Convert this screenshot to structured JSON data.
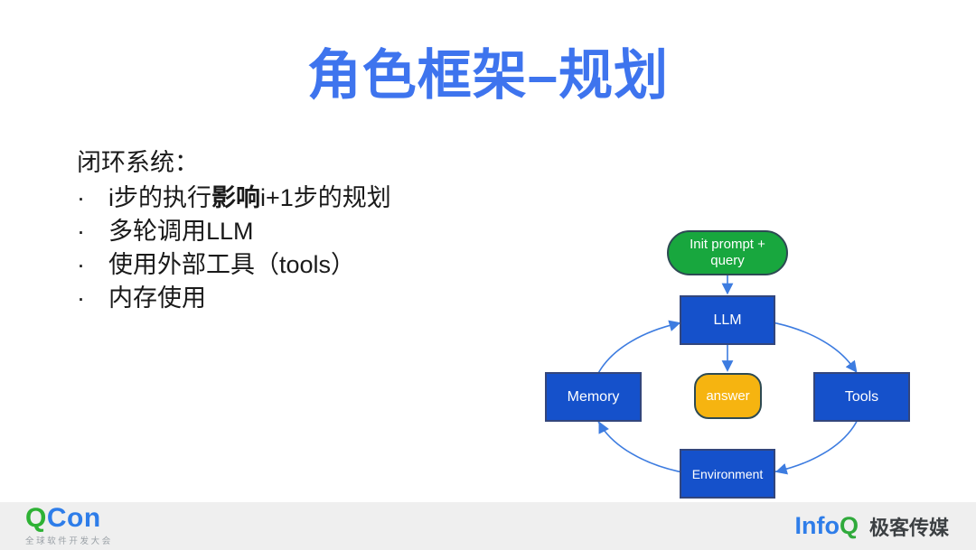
{
  "slide": {
    "title": "角色框架–规划",
    "body": {
      "heading": "闭环系统：",
      "bullet_glyph": "·",
      "bullets": [
        {
          "pre": "i步的执行",
          "bold": "影响",
          "post": "i+1步的规划"
        },
        {
          "pre": "多轮调用LLM",
          "bold": "",
          "post": ""
        },
        {
          "pre": "使用外部工具（tools）",
          "bold": "",
          "post": ""
        },
        {
          "pre": "内存使用",
          "bold": "",
          "post": ""
        }
      ]
    },
    "diagram": {
      "nodes": {
        "init": {
          "label": "Init prompt + query",
          "fill": "#18a73e",
          "shape": "stadium"
        },
        "llm": {
          "label": "LLM",
          "fill": "#1551cb",
          "shape": "rect"
        },
        "memory": {
          "label": "Memory",
          "fill": "#1551cb",
          "shape": "rect"
        },
        "answer": {
          "label": "answer",
          "fill": "#f6b410",
          "shape": "rounded"
        },
        "tools": {
          "label": "Tools",
          "fill": "#1551cb",
          "shape": "rect"
        },
        "environment": {
          "label": "Environment",
          "fill": "#1551cb",
          "shape": "rect"
        }
      },
      "edges": [
        {
          "from": "init",
          "to": "llm"
        },
        {
          "from": "llm",
          "to": "answer"
        },
        {
          "from": "memory",
          "to": "llm"
        },
        {
          "from": "llm",
          "to": "tools"
        },
        {
          "from": "tools",
          "to": "environment"
        },
        {
          "from": "environment",
          "to": "memory"
        }
      ],
      "arrow_color": "#3d7ce0"
    },
    "footer": {
      "qcon_q": "Q",
      "qcon_rest": "Con",
      "qcon_subtitle": "全球软件开发大会",
      "infoq_info": "Info",
      "infoq_q": "Q",
      "infoq_media": "极客传媒"
    },
    "colors": {
      "title": "#3e74ee",
      "body_text": "#1a1a1a",
      "node_blue": "#1551cb",
      "node_green": "#18a73e",
      "node_orange": "#f6b410",
      "node_label": "#ffffff",
      "arrow": "#3d7ce0",
      "footer_bar": "#efefef",
      "qcon_green": "#2eb235",
      "qcon_blue": "#2e7de9",
      "infoq_blue": "#2e7de9",
      "infoq_green": "#2faa3b",
      "infoq_media_text": "#3c4043"
    }
  }
}
